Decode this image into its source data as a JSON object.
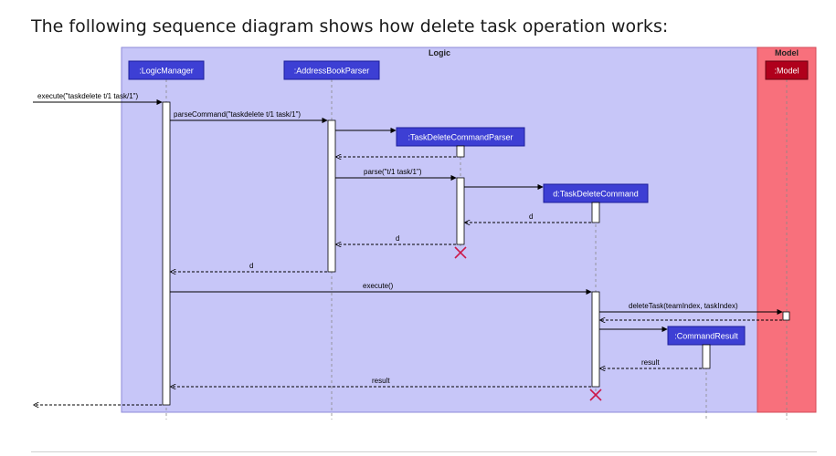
{
  "heading": "The following sequence diagram shows how delete task operation works:",
  "frames": {
    "logic": "Logic",
    "model": "Model"
  },
  "participants": {
    "logic_manager": ":LogicManager",
    "parser": ":AddressBookParser",
    "task_delete_parser": ":TaskDeleteCommandParser",
    "task_delete_command": "d:TaskDeleteCommand",
    "command_result": ":CommandResult",
    "model": ":Model"
  },
  "messages": {
    "execute_in": "execute(\"taskdelete t/1 task/1\")",
    "parse_command": "parseCommand(\"taskdelete t/1 task/1\")",
    "parse": "parse(\"t/1 task/1\")",
    "return_d_1": "d",
    "return_d_2": "d",
    "return_d_3": "d",
    "execute": "execute()",
    "delete_task": "deleteTask(teamIndex, taskIndex)",
    "return_result_1": "result",
    "return_result_2": "result"
  },
  "colors": {
    "logic_bg": "#c7c6f8",
    "model_bg": "#f8707c",
    "participant_fill": "#3d3fd4",
    "model_participant_fill": "#b0001c",
    "destroy_mark": "#cc1a4a"
  }
}
